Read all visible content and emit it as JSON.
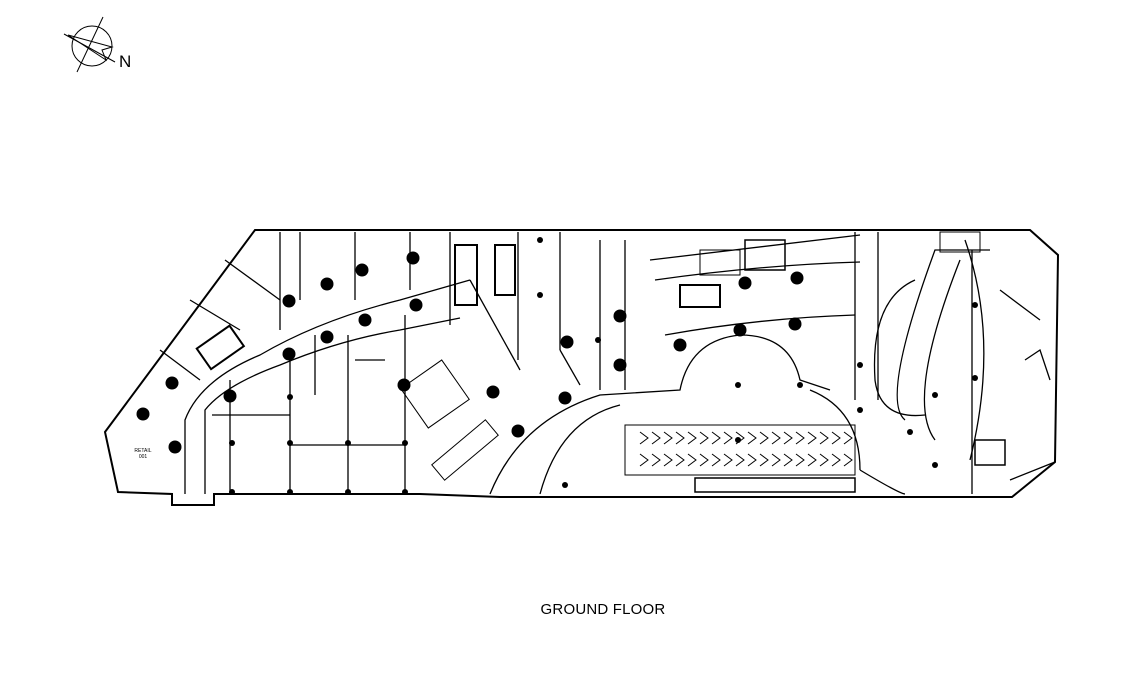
{
  "compass": {
    "label": "N",
    "icon": "north-arrow-icon"
  },
  "drawing": {
    "title": "GROUND FLOOR",
    "rooms": [
      {
        "label": "RETAIL",
        "number": "001"
      }
    ]
  },
  "colors": {
    "ink": "#000000",
    "background": "#ffffff"
  }
}
